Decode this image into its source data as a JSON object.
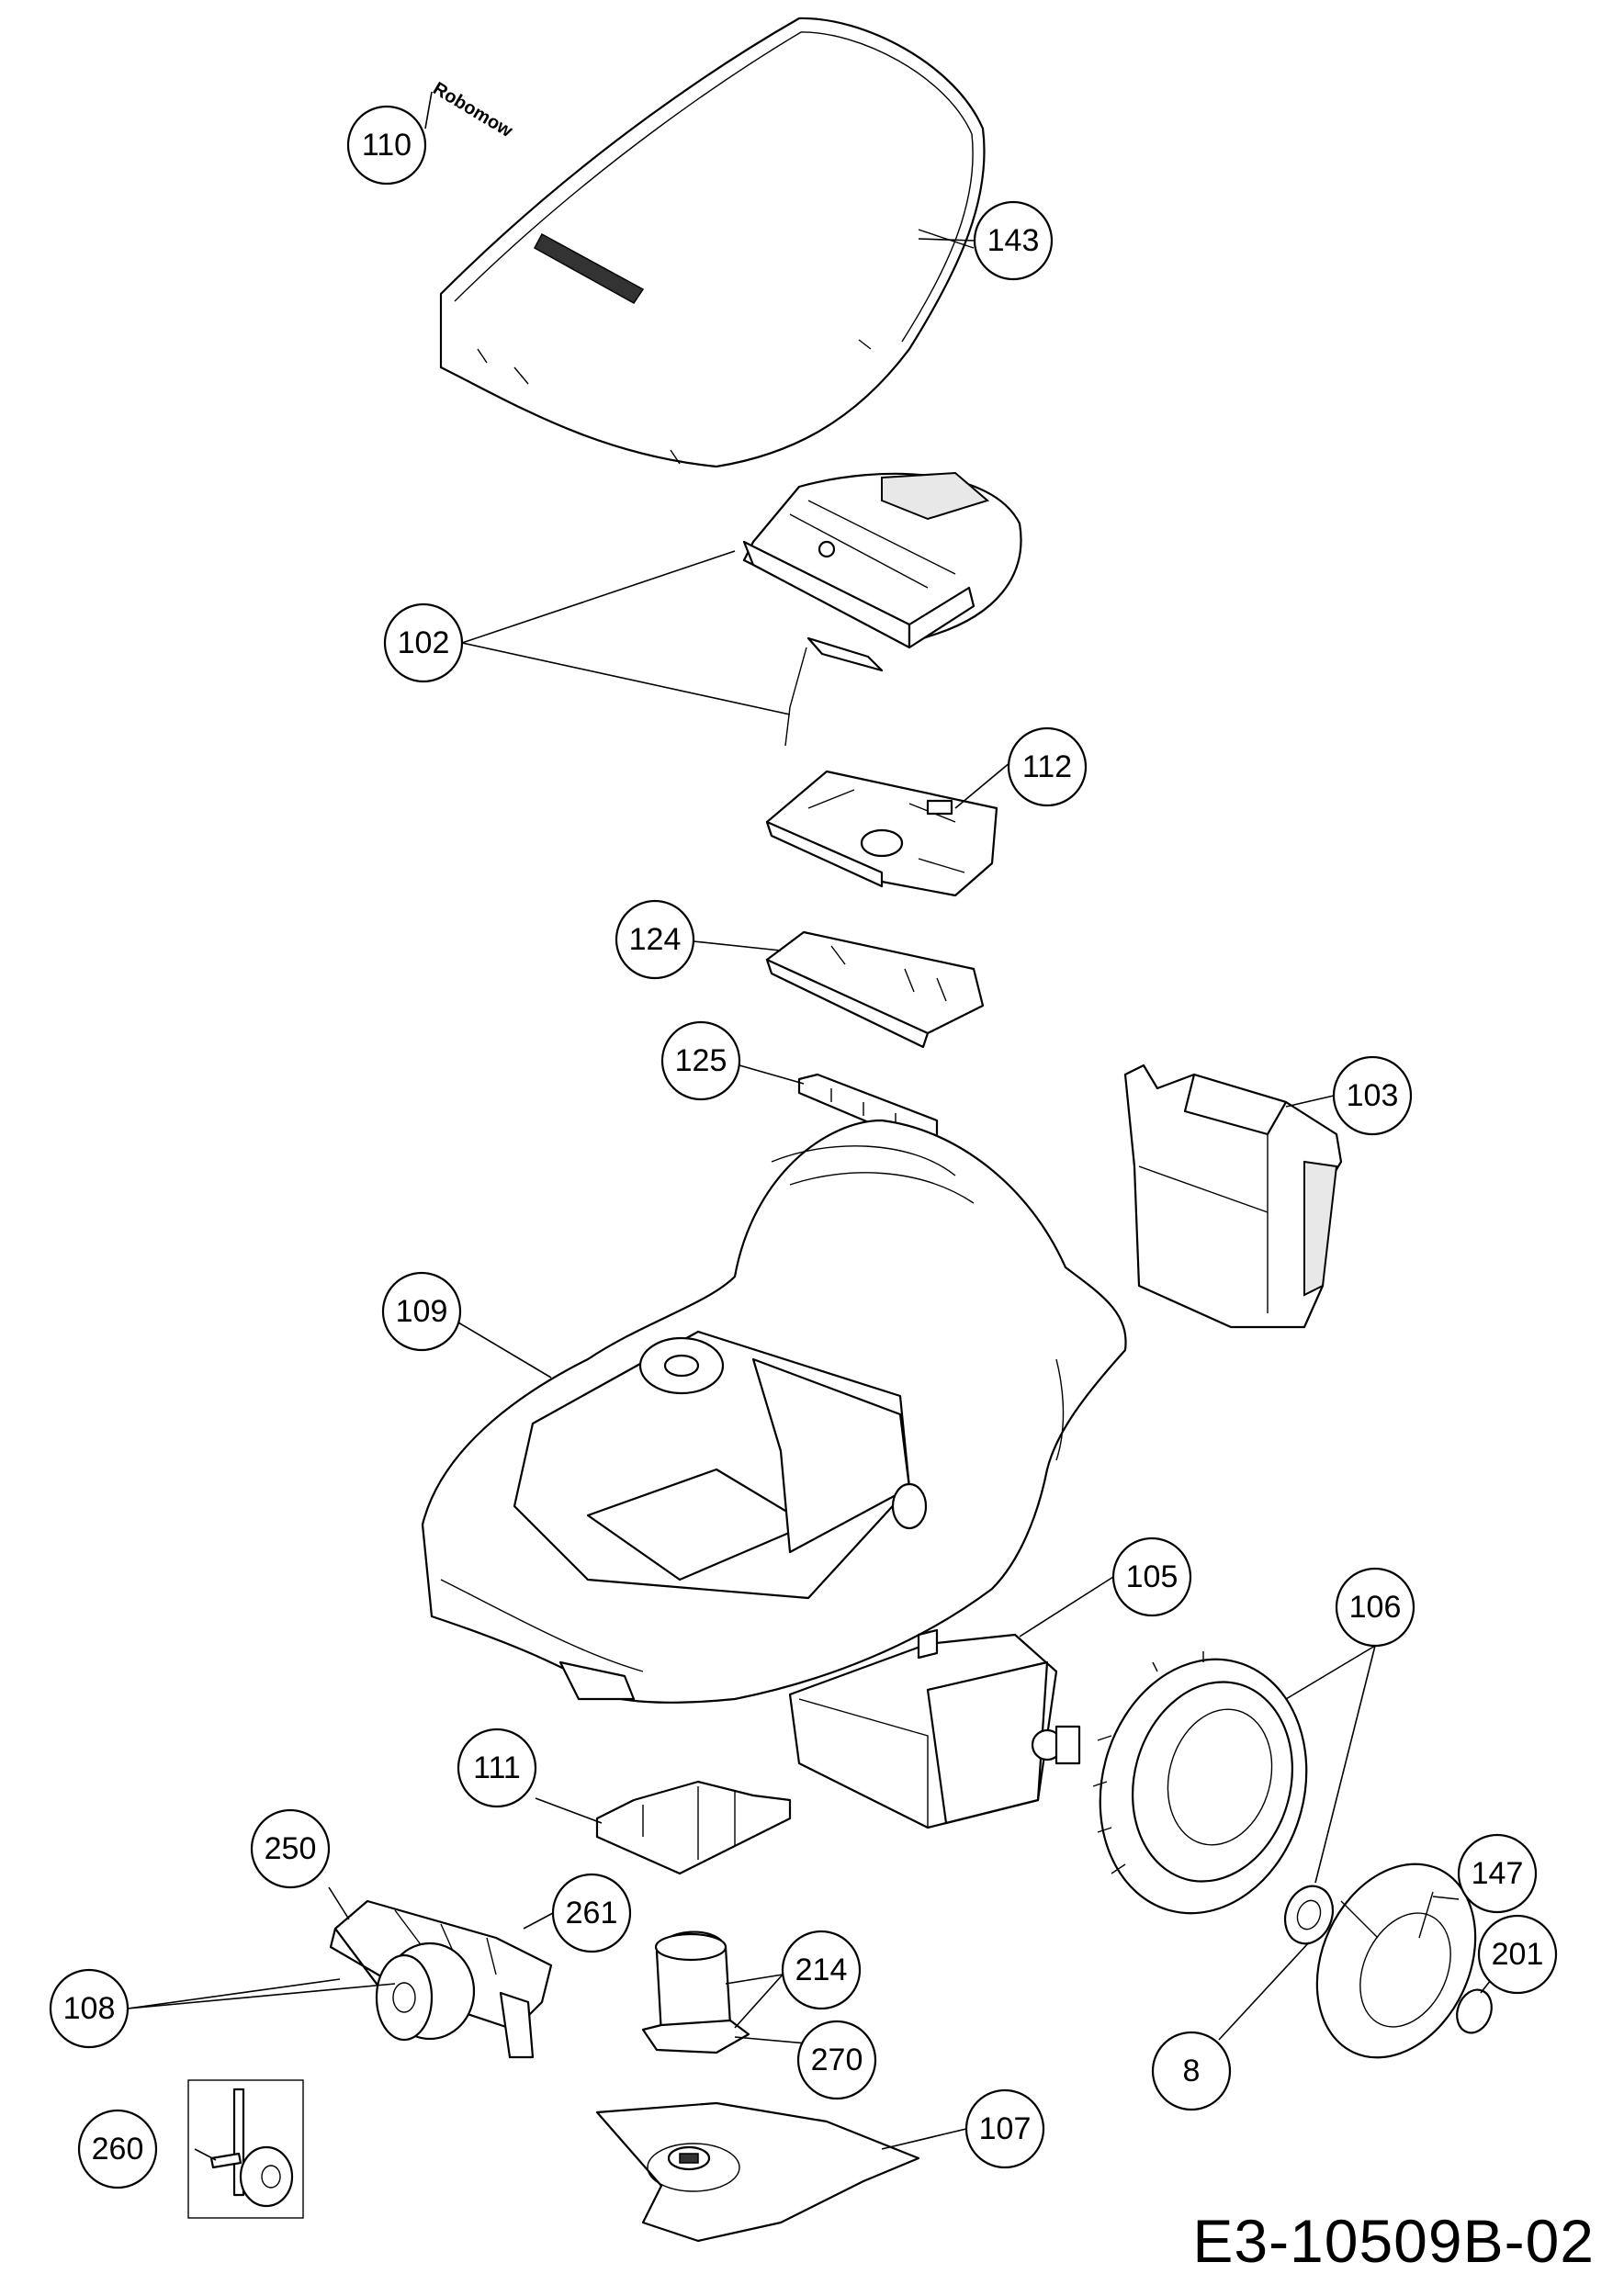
{
  "drawing_number": "E3-10509B-02",
  "cover_logo_text": "Robomow",
  "callouts": {
    "c110": "110",
    "c143": "143",
    "c102": "102",
    "c112": "112",
    "c124": "124",
    "c125": "125",
    "c103": "103",
    "c109": "109",
    "c105": "105",
    "c106": "106",
    "c111": "111",
    "c250": "250",
    "c261": "261",
    "c214": "214",
    "c147": "147",
    "c108": "108",
    "c201": "201",
    "c8": "8",
    "c270": "270",
    "c260": "260",
    "c107": "107"
  }
}
